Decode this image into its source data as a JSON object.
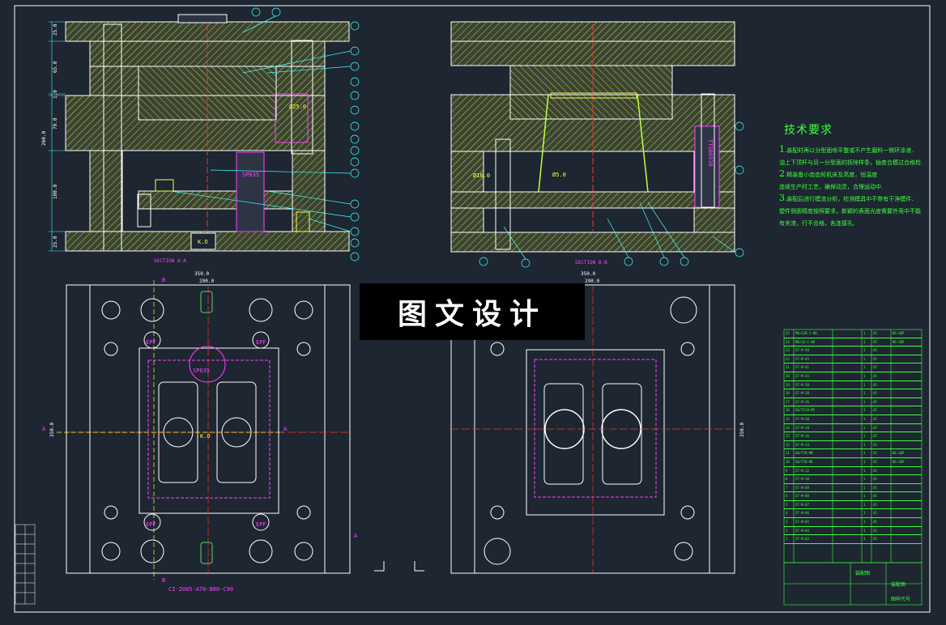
{
  "sections": {
    "a": "SECTION A-A",
    "b": "SECTION B-B"
  },
  "left_top_dims": [
    "25.0",
    "65.0",
    "1.0",
    "70.0",
    "260.0",
    "100.0",
    "25.0"
  ],
  "left_top_labels": {
    "hole": "Ø25.0",
    "sprue": "SP635",
    "ko": "K.O"
  },
  "right_top_labels": {
    "pin": "Ø16.0",
    "gate": "Ø5.0",
    "bush": "TTSB0530"
  },
  "plan_dims": {
    "left_w_outer": "350.0",
    "left_w_inner": "290.0",
    "left_h": "350.0",
    "right_w_outer": "350.0",
    "right_w_inner": "290.0",
    "right_h": "350.0"
  },
  "plan_labels": {
    "a": "A",
    "b": "B",
    "sp": "SP635",
    "ko": "K.O",
    "epf": "EPF",
    "base_code": "CI-2005-A70-B80-C90"
  },
  "tech": {
    "title": "技术要求",
    "lines": [
      [
        "1",
        ".装配时再以分型面喷平整或不产生磨料一侧环涂液."
      ],
      [
        "",
        "油上下顶杆与另一分型面的拆除样条，抽查合模过合格检."
      ],
      [
        "2",
        ".精装备小齿齿轮机床及高度，恒温度"
      ],
      [
        "",
        "连续生产时工艺，确保动灵，合理运动中."
      ],
      [
        "3",
        ".装配后进行模流分析，检测模具中不带有干净模件."
      ],
      [
        "",
        "塑件侧面精度按照要求，新颖的表面光度需要外壳中不能"
      ],
      [
        "",
        "有夹渣，行不合格，各连接孔."
      ]
    ]
  },
  "watermark": "图文设计",
  "bom_rows": [
    [
      "25",
      "M6×12H-1-8H",
      "",
      "1",
      "45",
      "NS-GOP"
    ],
    [
      "24",
      "M6×16-1-8H",
      "",
      "1",
      "45",
      "NS-GOP"
    ],
    [
      "23",
      "ST-M-58",
      "",
      "1",
      "45",
      ""
    ],
    [
      "22",
      "ST-M-45",
      "",
      "1",
      "45",
      ""
    ],
    [
      "21",
      "ST-M-41",
      "",
      "1",
      "45",
      ""
    ],
    [
      "20",
      "ST-M-35",
      "",
      "1",
      "45",
      ""
    ],
    [
      "19",
      "ST-M-30",
      "",
      "1",
      "45",
      ""
    ],
    [
      "18",
      "ST-M-28",
      "",
      "1",
      "45",
      ""
    ],
    [
      "17",
      "ST-M-26",
      "",
      "1",
      "45",
      ""
    ],
    [
      "16",
      "GB/T119-M5",
      "",
      "1",
      "45",
      ""
    ],
    [
      "15",
      "ST-M-20",
      "",
      "1",
      "45",
      ""
    ],
    [
      "14",
      "ST-M-18",
      "",
      "1",
      "45",
      ""
    ],
    [
      "13",
      "ST-M-16",
      "",
      "1",
      "45",
      ""
    ],
    [
      "12",
      "ST-M-14",
      "",
      "1",
      "45",
      ""
    ],
    [
      "11",
      "GB/T70-M8",
      "",
      "1",
      "45",
      "NS-GOP"
    ],
    [
      "10",
      "GB/T70-M6",
      "",
      "1",
      "45",
      "NS-GOP"
    ],
    [
      "9",
      "ST-M-12",
      "",
      "1",
      "45",
      ""
    ],
    [
      "8",
      "ST-M-10",
      "",
      "1",
      "45",
      ""
    ],
    [
      "7",
      "ST-M-09",
      "",
      "1",
      "45",
      ""
    ],
    [
      "6",
      "ST-M-08",
      "",
      "1",
      "45",
      ""
    ],
    [
      "5",
      "ST-M-07",
      "",
      "1",
      "45",
      ""
    ],
    [
      "4",
      "ST-M-06",
      "",
      "1",
      "45",
      ""
    ],
    [
      "3",
      "ST-M-05",
      "",
      "1",
      "45",
      ""
    ],
    [
      "2",
      "ST-M-04",
      "",
      "1",
      "45",
      ""
    ],
    [
      "1",
      "ST-M-03",
      "",
      "1",
      "45",
      ""
    ]
  ],
  "title_block": {
    "drawing": "装配图",
    "name": "装配图",
    "code": "图样代号"
  },
  "colors": {
    "bg": "#1d2631",
    "hatch": "#d0d040",
    "line": "#ffffff",
    "accent": "#ff40ff",
    "green": "#40ff40",
    "cyan": "#40ffff",
    "red": "#ff3030",
    "yellow": "#ffff40"
  }
}
